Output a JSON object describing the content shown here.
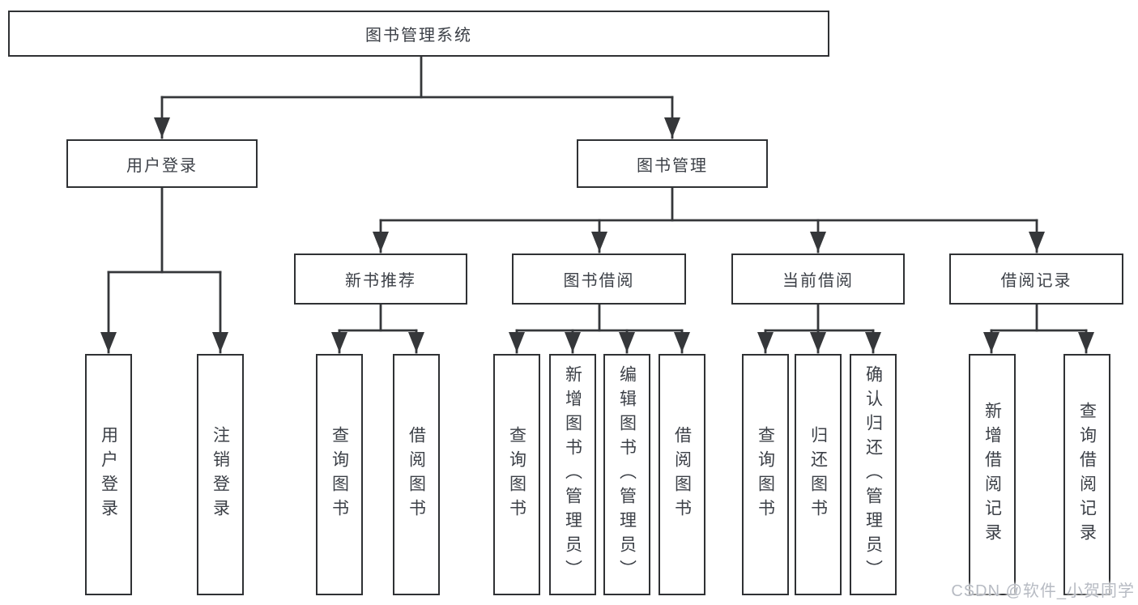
{
  "diagram": {
    "label": "图书管理系统",
    "children": [
      {
        "label": "用户登录",
        "children": [
          {
            "label": "用户登录"
          },
          {
            "label": "注销登录"
          }
        ]
      },
      {
        "label": "图书管理",
        "children": [
          {
            "label": "新书推荐",
            "children": [
              {
                "label": "查询图书"
              },
              {
                "label": "借阅图书"
              }
            ]
          },
          {
            "label": "图书借阅",
            "children": [
              {
                "label": "查询图书"
              },
              {
                "label": "新增图书（管理员）"
              },
              {
                "label": "编辑图书（管理员）"
              },
              {
                "label": "借阅图书"
              }
            ]
          },
          {
            "label": "当前借阅",
            "children": [
              {
                "label": "查询图书"
              },
              {
                "label": "归还图书"
              },
              {
                "label": "确认归还（管理员）"
              }
            ]
          },
          {
            "label": "借阅记录",
            "children": [
              {
                "label": "新增借阅记录"
              },
              {
                "label": "查询借阅记录"
              }
            ]
          }
        ]
      }
    ]
  },
  "watermark": {
    "text": "CSDN @软件_小贺同学"
  },
  "colors": {
    "line": "#35373a",
    "text": "#3c4047",
    "background": "#ffffff",
    "watermark": "#b7bbc3"
  }
}
